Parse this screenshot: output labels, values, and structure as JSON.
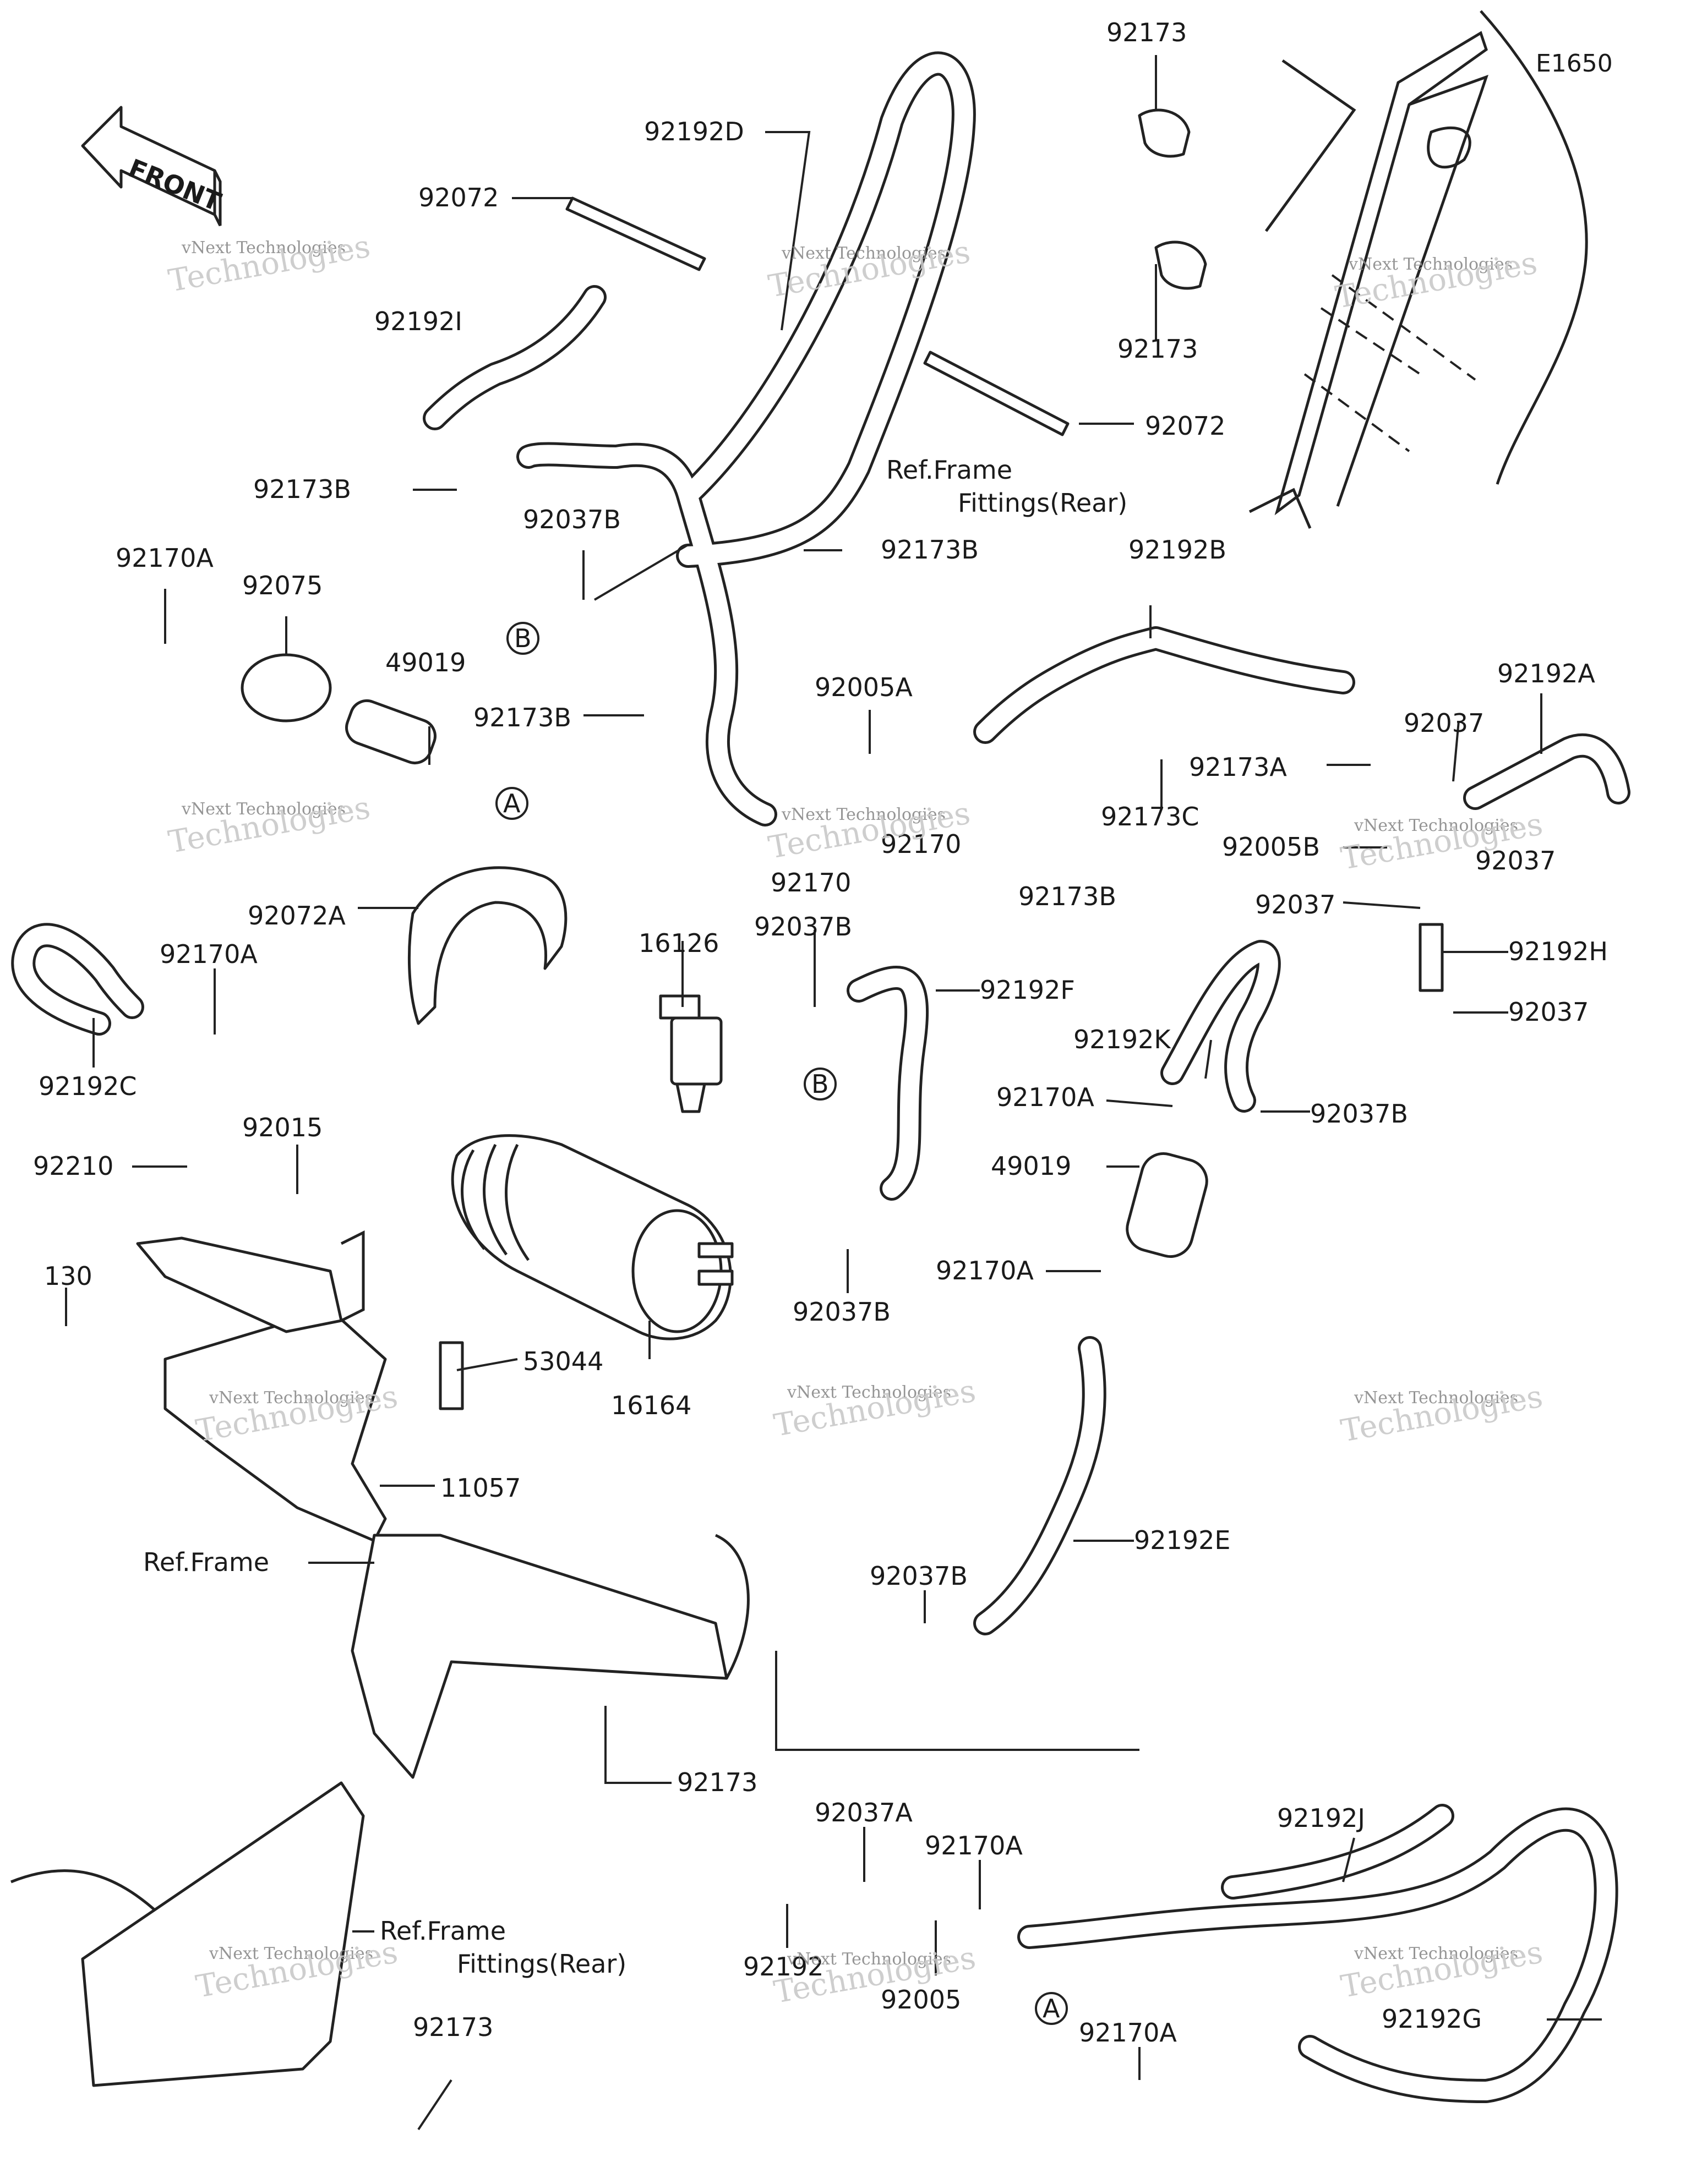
{
  "diagram_code": "E1650",
  "front_arrow": {
    "text": "FRONT"
  },
  "watermark": {
    "brand": "vNext",
    "line1": "vNext Technologies",
    "line2": "Technologies"
  },
  "callouts": {
    "a": "A",
    "b": "B"
  },
  "labels": {
    "l92173_top": "92173",
    "l92192D": "92192D",
    "l92072_top": "92072",
    "l92192I": "92192I",
    "l92173_mid": "92173",
    "l92072_mid": "92072",
    "ref_frame_fittings_rear_top_1": "Ref.Frame",
    "ref_frame_fittings_rear_top_2": "Fittings(Rear)",
    "l92173B_a": "92173B",
    "l92037B_a": "92037B",
    "l92173B_b": "92173B",
    "l92192B": "92192B",
    "l92170A_a": "92170A",
    "l92075": "92075",
    "l49019_a": "49019",
    "l92005A": "92005A",
    "l92173B_c": "92173B",
    "l92192A": "92192A",
    "l92037_a": "92037",
    "l92173A": "92173A",
    "l92173C": "92173C",
    "l92170_a": "92170",
    "l92170_b": "92170",
    "l92005B": "92005B",
    "l92037_b": "92037",
    "l92173B_d": "92173B",
    "l92037_c": "92037",
    "l92192H": "92192H",
    "l92037_d": "92037",
    "l92072A": "92072A",
    "l16126": "16126",
    "l92037B_b": "92037B",
    "l92192F": "92192F",
    "l92170A_b": "92170A",
    "l92192C": "92192C",
    "l92192K": "92192K",
    "l92170A_c": "92170A",
    "l92037B_c": "92037B",
    "l49019_b": "49019",
    "l92210": "92210",
    "l92015": "92015",
    "l130": "130",
    "l92170A_d": "92170A",
    "l92037B_d": "92037B",
    "l53044": "53044",
    "l16164": "16164",
    "l11057": "11057",
    "ref_frame_mid": "Ref.Frame",
    "l92192E": "92192E",
    "l92037B_e": "92037B",
    "l92173_low": "92173",
    "l92037A": "92037A",
    "l92170A_e": "92170A",
    "l92192J": "92192J",
    "ref_frame_fittings_rear_low_1": "Ref.Frame",
    "ref_frame_fittings_rear_low_2": "Fittings(Rear)",
    "l92192": "92192",
    "l92005": "92005",
    "l92170A_f": "92170A",
    "l92192G": "92192G",
    "l92173_bot": "92173"
  }
}
